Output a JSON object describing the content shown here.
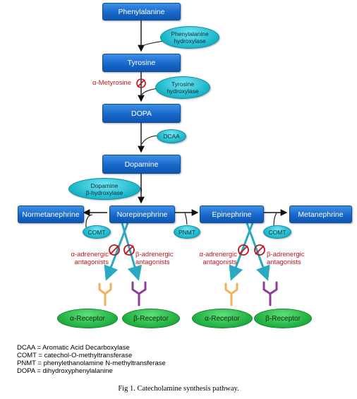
{
  "nodes": {
    "phenylalanine": "Phenylalanine",
    "tyrosine": "Tyrosine",
    "dopa": "DOPA",
    "dopamine": "Dopamine",
    "normetanephrine": "Normetanephrine",
    "norepinephrine": "Norepinephrine",
    "epinephrine": "Epinephrine",
    "metanephrine": "Metanephrine"
  },
  "enzymes": {
    "phenylalanine_hydroxylase": [
      "Phenylalanine",
      "hydroxylase"
    ],
    "tyrosine_hydroxylase": [
      "Tyrosine",
      "hydroxylase"
    ],
    "dcaa": "DCAA",
    "dopamine_beta_hydroxylase": [
      "Dopamine",
      "β-hydroxylase"
    ],
    "comt_left": "COMT",
    "pnmt": "PNMT",
    "comt_right": "COMT"
  },
  "inhibitors": {
    "metyrosine": "α-Metyrosine",
    "alpha_antagonists": [
      "α-adrenergic",
      "antagonists"
    ],
    "beta_antagonists": [
      "β-adrenergic",
      "antagonists"
    ]
  },
  "receptors": {
    "alpha": "α-Receptor",
    "beta": "β-Receptor"
  },
  "legend": [
    "DCAA = Aromatic Acid Decarboxylase",
    "COMT = catechol-O-methyltransferase",
    "PNMT = phenylethanolamine N-methyltransferase",
    "DOPA = dihydroxyphenylalanine"
  ],
  "caption": "Fig 1. Catecholamine synthesis pathway.",
  "colors": {
    "box_blue": "#1565c8",
    "enzyme_cyan": "#19b4c8",
    "receptor_green": "#1fae3f",
    "inhibitor_red": "#c0151a",
    "alpha_receptor_orange": "#f2b15a",
    "beta_receptor_purple": "#8c3b9a",
    "signal_arrow_teal": "#2aa9c2"
  }
}
